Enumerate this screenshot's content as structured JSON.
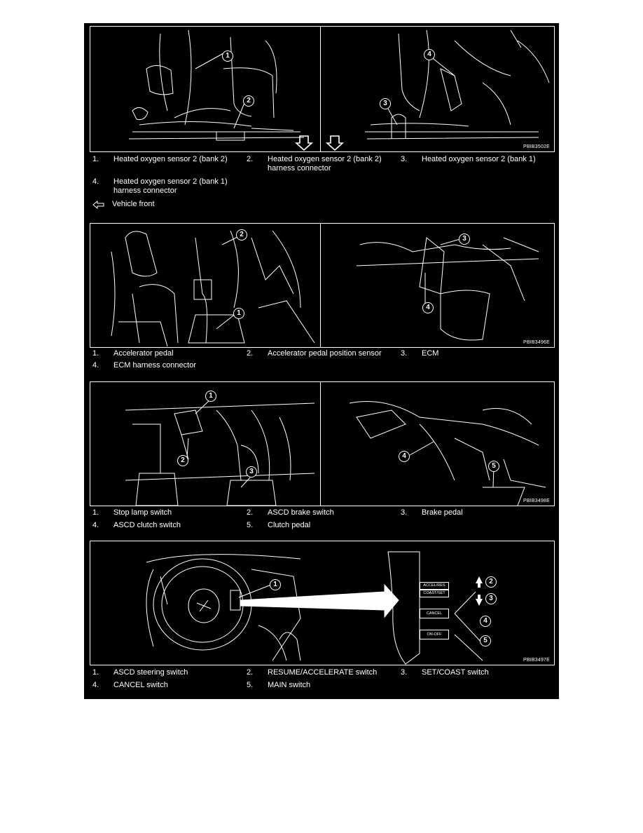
{
  "figures": [
    {
      "code": "PBIB3502E",
      "callouts": [
        "1",
        "2",
        "3",
        "4"
      ],
      "legend": [
        {
          "n": "1.",
          "t": "Heated oxygen sensor 2 (bank 2)"
        },
        {
          "n": "2.",
          "t": "Heated oxygen sensor 2 (bank 2)",
          "t2": "harness connector"
        },
        {
          "n": "3.",
          "t": "Heated oxygen sensor 2 (bank 1)"
        },
        {
          "n": "4.",
          "t": "Heated oxygen sensor 2 (bank 1)",
          "t2": "harness connector"
        }
      ],
      "front_label": "Vehicle front"
    },
    {
      "code": "PBIB3496E",
      "callouts": [
        "1",
        "2",
        "3",
        "4"
      ],
      "legend": [
        {
          "n": "1.",
          "t": "Accelerator pedal"
        },
        {
          "n": "2.",
          "t": "Accelerator pedal position sensor"
        },
        {
          "n": "3.",
          "t": "ECM"
        },
        {
          "n": "4.",
          "t": "ECM harness connector"
        }
      ]
    },
    {
      "code": "PBIB3498E",
      "callouts": [
        "1",
        "2",
        "3",
        "4",
        "5"
      ],
      "legend": [
        {
          "n": "1.",
          "t": "Stop lamp switch"
        },
        {
          "n": "2.",
          "t": "ASCD brake switch"
        },
        {
          "n": "3.",
          "t": "Brake pedal"
        },
        {
          "n": "4.",
          "t": "ASCD clutch switch"
        },
        {
          "n": "5.",
          "t": "Clutch pedal"
        }
      ]
    },
    {
      "code": "PBIB3497E",
      "callouts": [
        "1",
        "2",
        "3",
        "4",
        "5"
      ],
      "switch_labels": [
        "ACCEL/RES",
        "COAST/SET",
        "CANCEL",
        "ON-OFF"
      ],
      "legend": [
        {
          "n": "1.",
          "t": "ASCD steering switch"
        },
        {
          "n": "2.",
          "t": "RESUME/ACCELERATE switch"
        },
        {
          "n": "3.",
          "t": "SET/COAST switch"
        },
        {
          "n": "4.",
          "t": "CANCEL switch"
        },
        {
          "n": "5.",
          "t": "MAIN switch"
        }
      ]
    }
  ]
}
